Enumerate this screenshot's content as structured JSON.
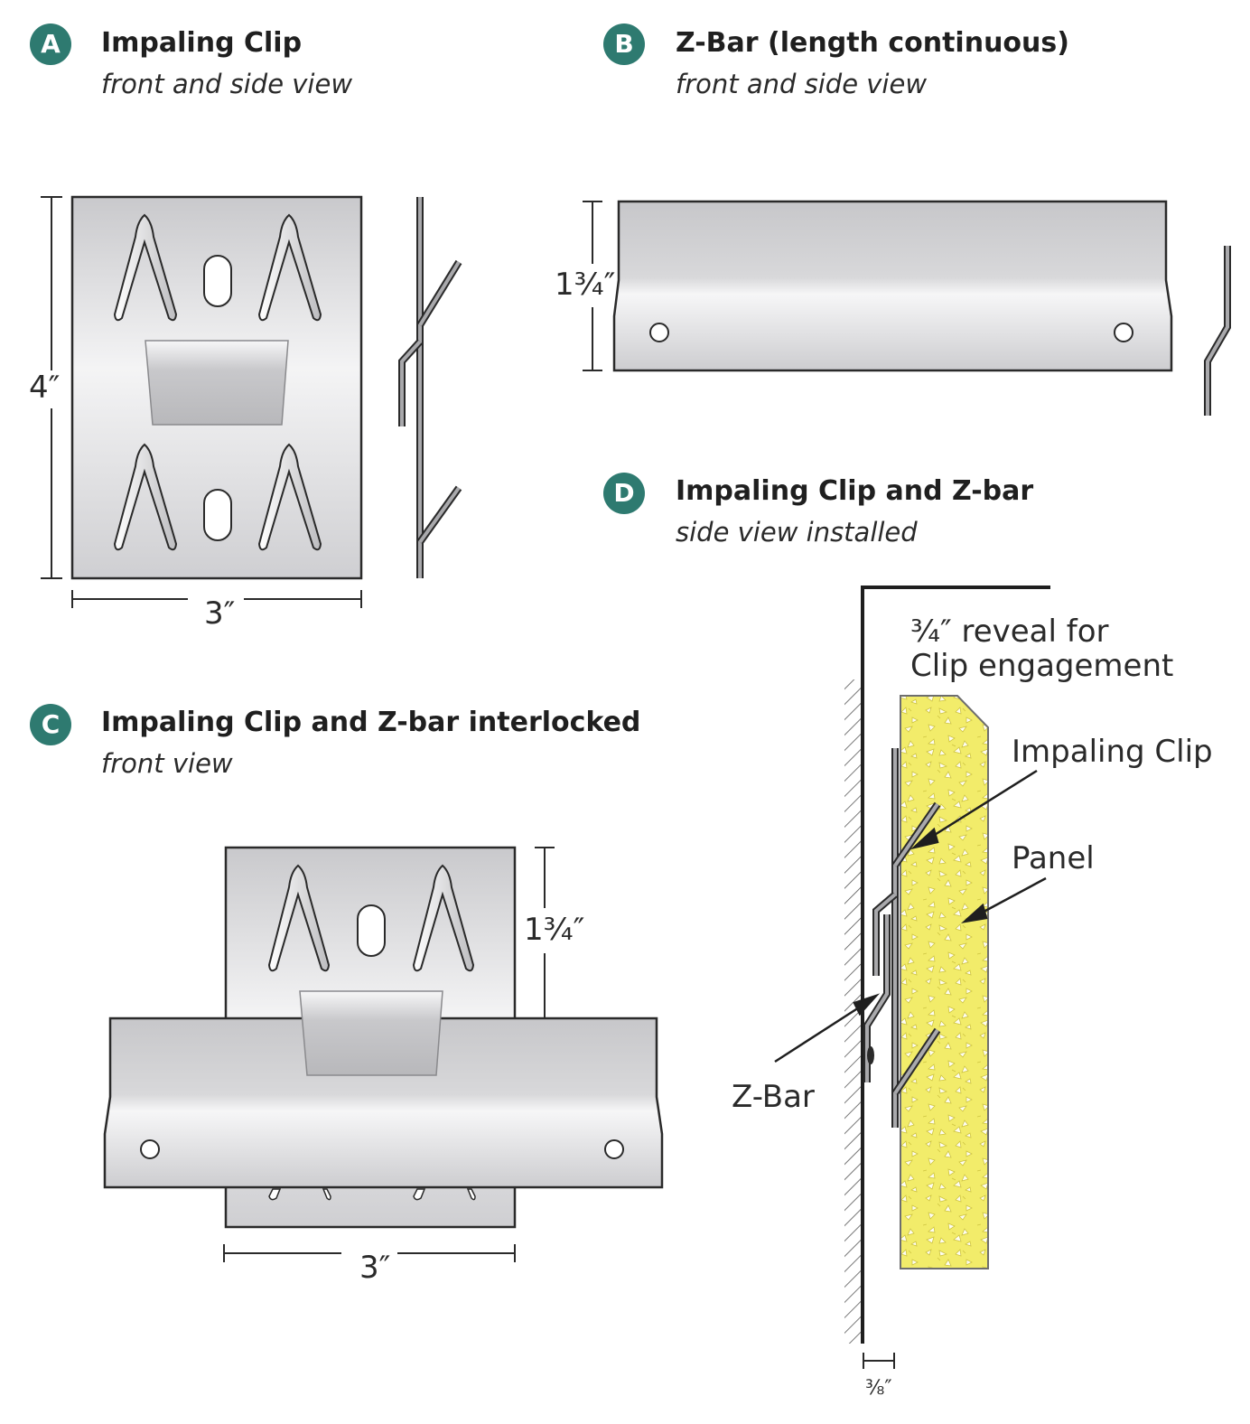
{
  "panels": {
    "a": {
      "badge": "A",
      "title": "Impaling Clip",
      "subtitle": "front and side view",
      "dim_height": "4″",
      "dim_width": "3″"
    },
    "b": {
      "badge": "B",
      "title": "Z-Bar (length continuous)",
      "subtitle": "front and side view",
      "dim_height": "1¾″"
    },
    "c": {
      "badge": "C",
      "title": "Impaling Clip and Z-bar interlocked",
      "subtitle": "front view",
      "dim_height": "1¾″",
      "dim_width": "3″"
    },
    "d": {
      "badge": "D",
      "title": "Impaling Clip and Z-bar",
      "subtitle": "side view installed",
      "reveal_line1": "¾″ reveal for",
      "reveal_line2": "Clip engagement",
      "label_clip": "Impaling Clip",
      "label_panel": "Panel",
      "label_zbar": "Z-Bar",
      "dim_gap": "⅜″"
    }
  },
  "colors": {
    "badge": "#2e7a70",
    "metal": "#d9d9db",
    "panel": "#f2ec6a",
    "outline": "#2a2a2a"
  }
}
